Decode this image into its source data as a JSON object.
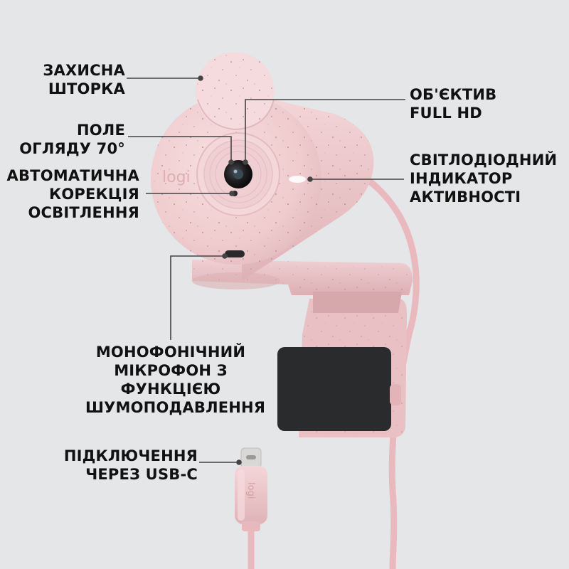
{
  "callouts": {
    "privacy_shutter": [
      "ЗАХИСНА",
      "ШТОРКА"
    ],
    "field_of_view": [
      "ПОЛЕ",
      "ОГЛЯДУ 70°"
    ],
    "auto_light": [
      "АВТОМАТИЧНА",
      "КОРЕКЦІЯ",
      "ОСВІТЛЕННЯ"
    ],
    "lens": [
      "ОБ'ЄКТИВ",
      "FULL HD"
    ],
    "led": [
      "СВІТЛОДІОДНИЙ",
      "ІНДИКАТОР",
      "АКТИВНОСТІ"
    ],
    "microphone": [
      "МОНОФОНІЧНИЙ",
      "МІКРОФОН З",
      "ФУНКЦІЄЮ",
      "ШУМОПОДАВЛЕННЯ"
    ],
    "usb": [
      "ПІДКЛЮЧЕННЯ",
      "ЧЕРЕЗ USB-C"
    ]
  },
  "brand": {
    "logo_text": "logi",
    "connector_logo_text": "logi"
  },
  "colors": {
    "background": "#e4e6e7",
    "body_pink": "#f2d2d4",
    "shade_pink": "#dfb5b8",
    "lens_dark": "#1c1c1e",
    "clip_pad": "#2a2b2d",
    "leader_line": "#444444"
  }
}
